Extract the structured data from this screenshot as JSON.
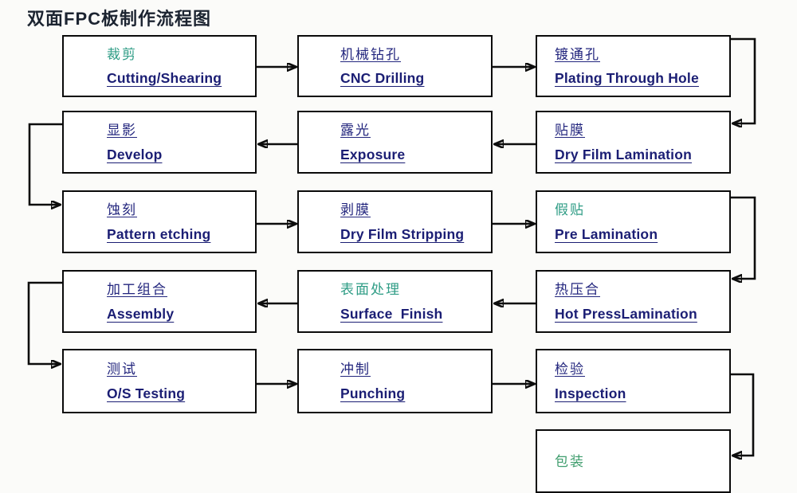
{
  "page": {
    "title": "双面FPC板制作流程图"
  },
  "colors": {
    "title": "#1c2431",
    "navy": "#23267e",
    "teal": "#2e9c85",
    "green": "#3f9d6d",
    "english": "#1b1e74",
    "border": "#0a0a0a",
    "background": "#fbfbf9"
  },
  "boxes": {
    "cutting": {
      "zh": "裁剪",
      "en": "Cutting/Shearing"
    },
    "cnc_drilling": {
      "zh": "机械钻孔",
      "en": "CNC Drilling"
    },
    "plating": {
      "zh": "镀通孔",
      "en": "Plating Through Hole"
    },
    "develop": {
      "zh": "显影",
      "en": "Develop"
    },
    "exposure": {
      "zh": "露光",
      "en": "Exposure"
    },
    "dry_film_lamination": {
      "zh": "贴膜",
      "en": "Dry Film Lamination"
    },
    "pattern_etching": {
      "zh": "蚀刻",
      "en": "Pattern etching"
    },
    "dry_film_stripping": {
      "zh": "剥膜",
      "en": "Dry Film Stripping"
    },
    "pre_lamination": {
      "zh": "假贴",
      "en": "Pre Lamination"
    },
    "assembly": {
      "zh": "加工组合",
      "en": "Assembly"
    },
    "surface_finish": {
      "zh": "表面处理",
      "en": "Surface  Finish"
    },
    "hot_press": {
      "zh": "热压合",
      "en": "Hot PressLamination"
    },
    "os_testing": {
      "zh": "测试",
      "en": "O/S Testing"
    },
    "punching": {
      "zh": "冲制",
      "en": "Punching"
    },
    "inspection": {
      "zh": "检验",
      "en": "Inspection"
    },
    "packing": {
      "zh": "包装",
      "en": ""
    }
  }
}
